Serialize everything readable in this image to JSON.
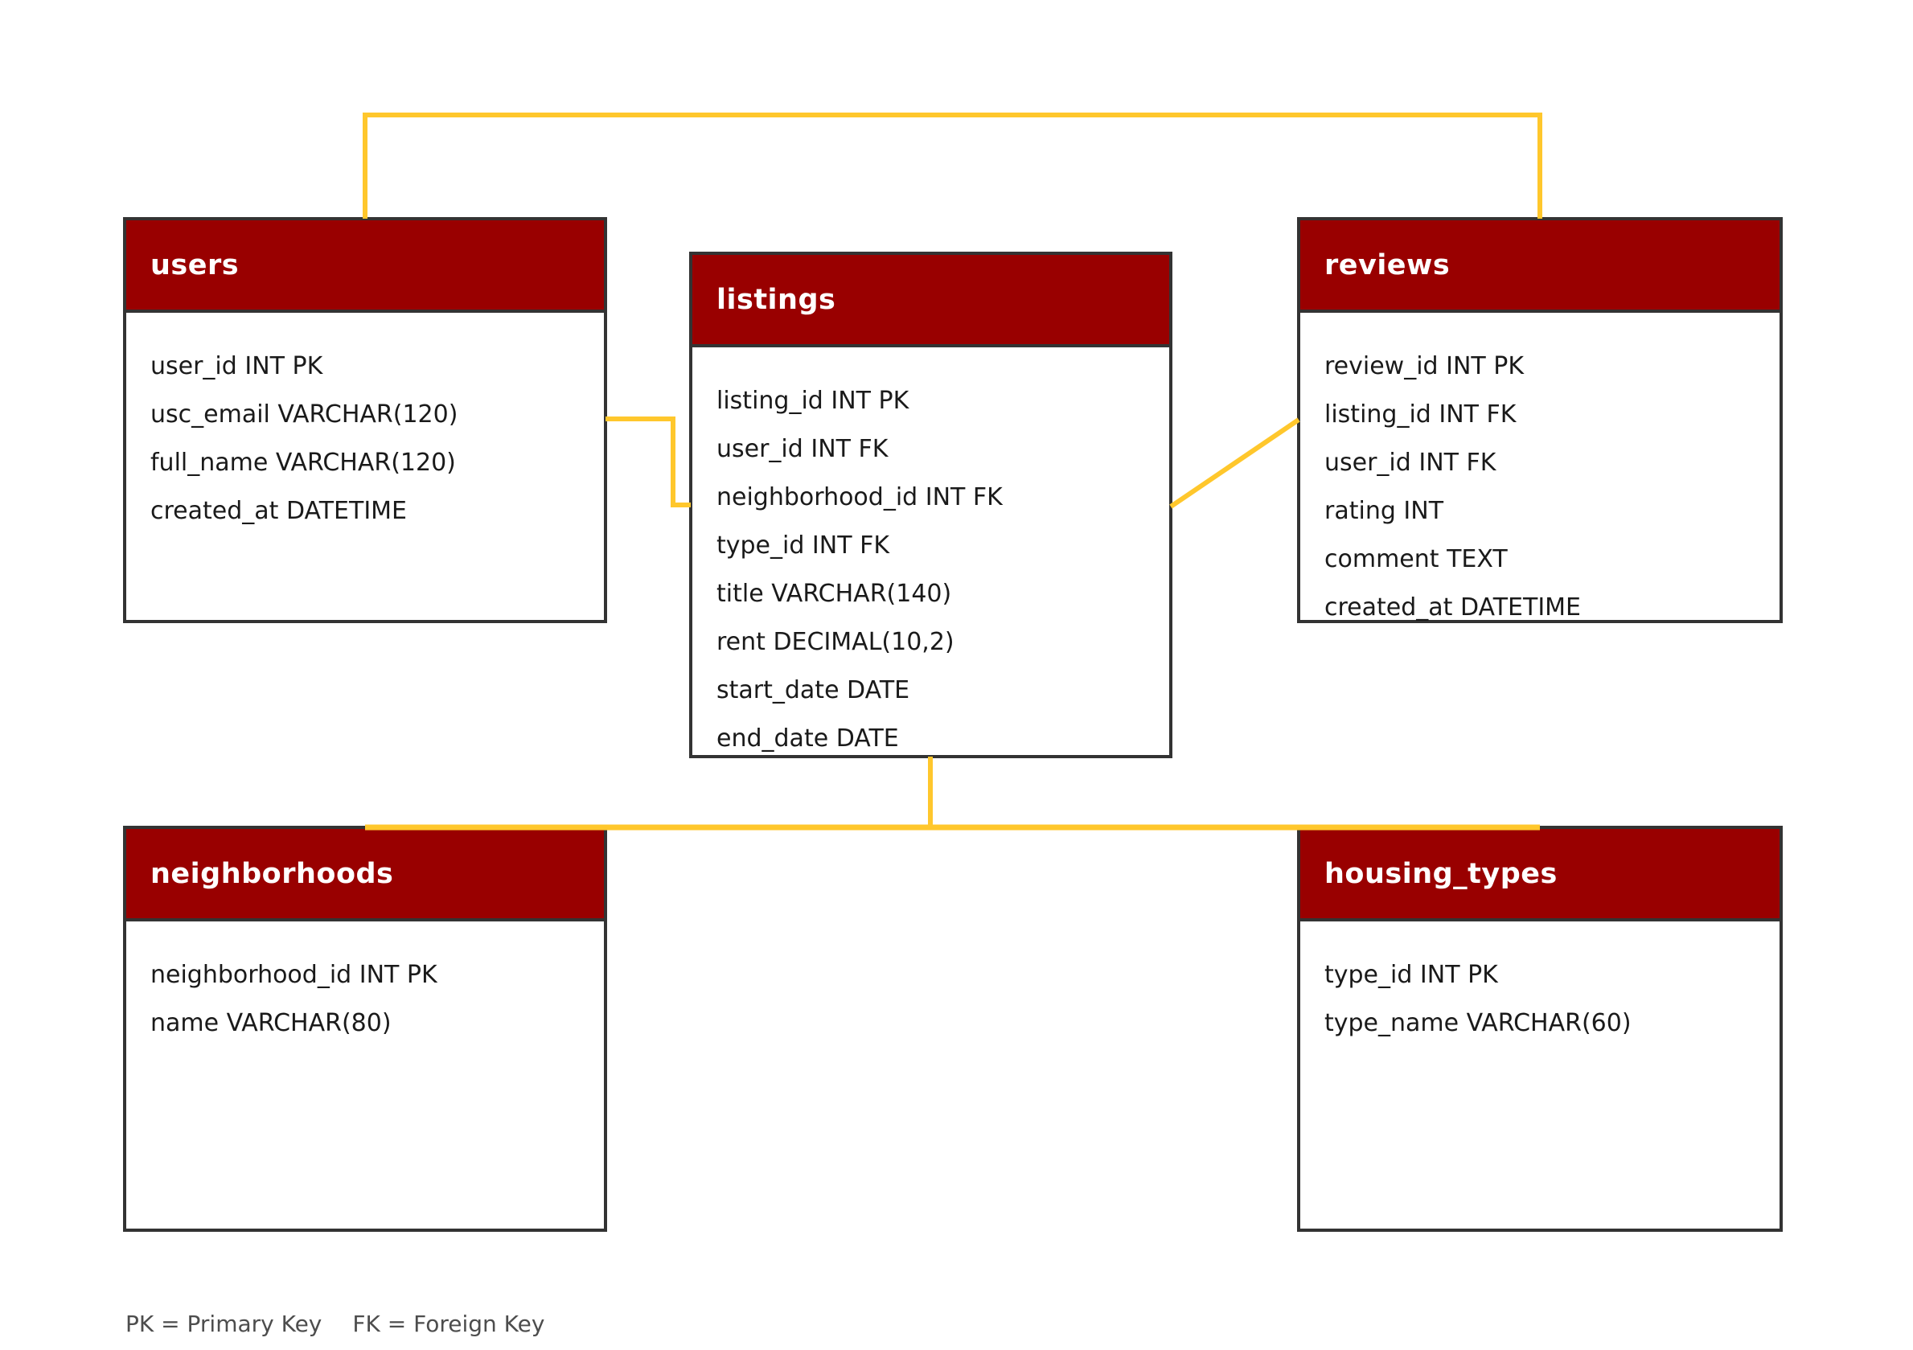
{
  "colors": {
    "cardinal": "#990000",
    "gold": "#FFC72C",
    "border": "#333333",
    "text": "#1a1a1a",
    "header-text": "#ffffff",
    "legend": "#4d4d4d",
    "bg": "#ffffff"
  },
  "tables": {
    "users": {
      "title": "users",
      "fields": [
        "user_id INT PK",
        "usc_email VARCHAR(120)",
        "full_name VARCHAR(120)",
        "created_at DATETIME"
      ]
    },
    "listings": {
      "title": "listings",
      "fields": [
        "listing_id INT PK",
        "user_id INT FK",
        "neighborhood_id INT FK",
        "type_id INT FK",
        "title VARCHAR(140)",
        "rent DECIMAL(10,2)",
        "start_date DATE",
        "end_date DATE"
      ]
    },
    "reviews": {
      "title": "reviews",
      "fields": [
        "review_id INT PK",
        "listing_id INT FK",
        "user_id INT FK",
        "rating INT",
        "comment TEXT",
        "created_at DATETIME"
      ]
    },
    "neighborhoods": {
      "title": "neighborhoods",
      "fields": [
        "neighborhood_id INT PK",
        "name VARCHAR(80)"
      ]
    },
    "housing_types": {
      "title": "housing_types",
      "fields": [
        "type_id INT PK",
        "type_name VARCHAR(60)"
      ]
    }
  },
  "relationships": [
    {
      "from": "users",
      "to": "reviews"
    },
    {
      "from": "users",
      "to": "listings"
    },
    {
      "from": "listings",
      "to": "reviews"
    },
    {
      "from": "listings",
      "to": "neighborhoods"
    },
    {
      "from": "listings",
      "to": "housing_types"
    }
  ],
  "legend": {
    "pk_label": "PK = Primary Key",
    "fk_label": "FK = Foreign Key"
  }
}
